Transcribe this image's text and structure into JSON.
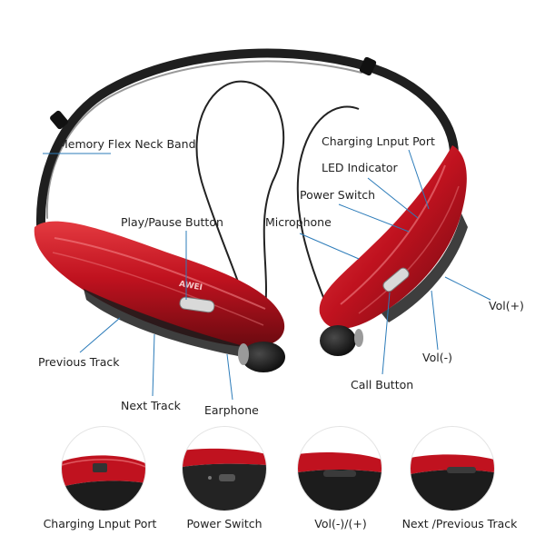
{
  "callouts": {
    "memory_flex_neck_band": "Memory Flex Neck Band",
    "charging_input_port": "Charging Lnput Port",
    "led_indicator": "LED Indicator",
    "power_switch": "Power Switch",
    "microphone": "Microphone",
    "play_pause_button": "Play/Pause Button",
    "vol_plus": "Vol(+)",
    "vol_minus": "Vol(-)",
    "previous_track": "Previous Track",
    "next_track": "Next Track",
    "earphone": "Earphone",
    "call_button": "Call Button"
  },
  "details": [
    {
      "caption": "Charging Lnput Port"
    },
    {
      "caption": "Power Switch"
    },
    {
      "caption": "Vol(-)/(+)"
    },
    {
      "caption": "Next /Previous Track"
    }
  ],
  "brand": {
    "logo_text": "AWEI"
  },
  "colors": {
    "body_red": "#c0121f",
    "band_black": "#1f1f1f",
    "leader_line": "#2b7bb9",
    "label_text": "#222222"
  }
}
